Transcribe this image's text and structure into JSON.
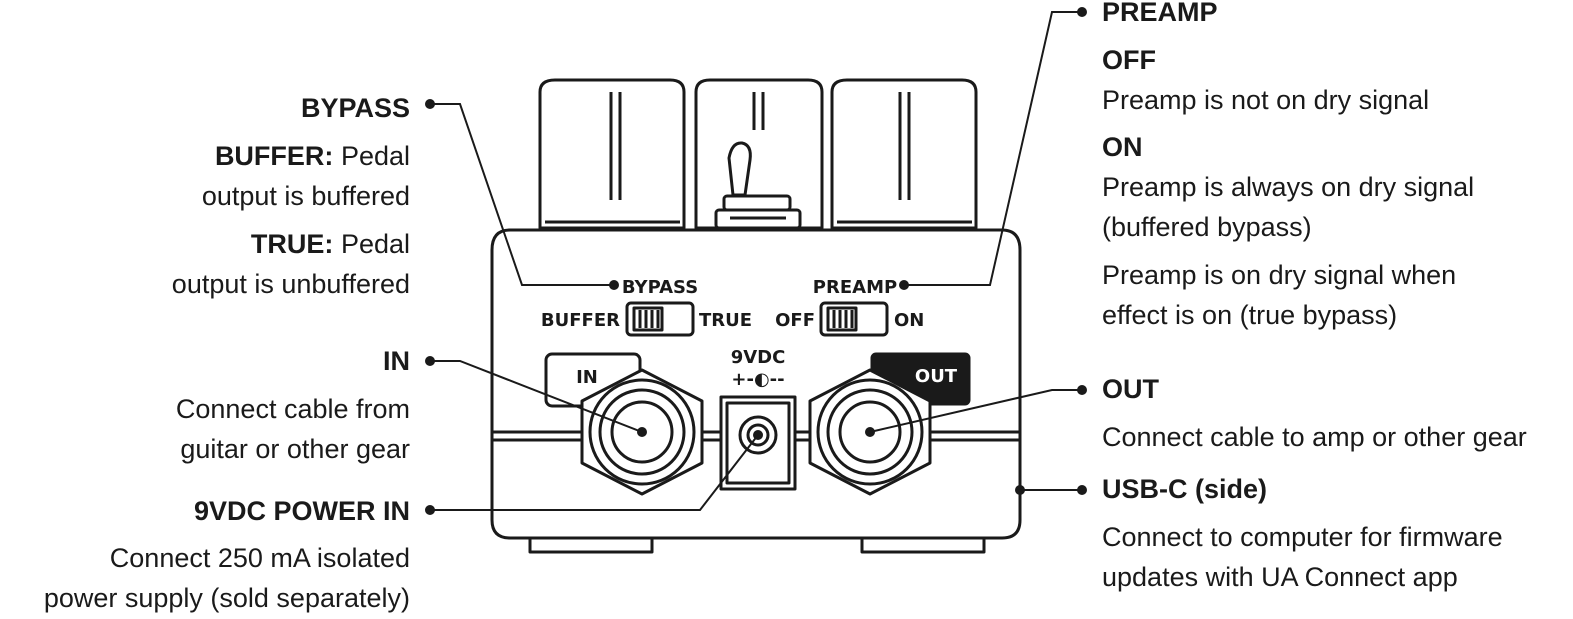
{
  "left": {
    "bypass": {
      "heading": "BYPASS",
      "buffer_term": "BUFFER:",
      "buffer_line1": "Pedal",
      "buffer_line2": "output is buffered",
      "true_term": "TRUE:",
      "true_line1": "Pedal",
      "true_line2": "output is unbuffered"
    },
    "in": {
      "heading": "IN",
      "line1": "Connect cable from",
      "line2": "guitar or other gear"
    },
    "power": {
      "heading": "9VDC POWER IN",
      "line1": "Connect 250 mA isolated",
      "line2": "power supply (sold separately)"
    }
  },
  "right": {
    "preamp": {
      "heading": "PREAMP",
      "off_heading": "OFF",
      "off_text": "Preamp is not on dry signal",
      "on_heading": "ON",
      "on_line1": "Preamp is always on dry signal",
      "on_line2": "(buffered bypass)",
      "extra_line1": "Preamp is on dry signal when",
      "extra_line2": "effect is on (true bypass)"
    },
    "out": {
      "heading": "OUT",
      "text": "Connect cable to amp or other gear"
    },
    "usb": {
      "heading": "USB-C (side)",
      "line1": "Connect to computer for firmware",
      "line2": "updates with UA Connect app"
    }
  },
  "pedal": {
    "bypass_label": "BYPASS",
    "buffer_label": "BUFFER",
    "true_label": "TRUE",
    "preamp_label": "PREAMP",
    "off_label": "OFF",
    "on_label": "ON",
    "in_label": "IN",
    "out_label": "OUT",
    "dc_label": "9VDC",
    "dc_polarity": "+-◐--"
  }
}
